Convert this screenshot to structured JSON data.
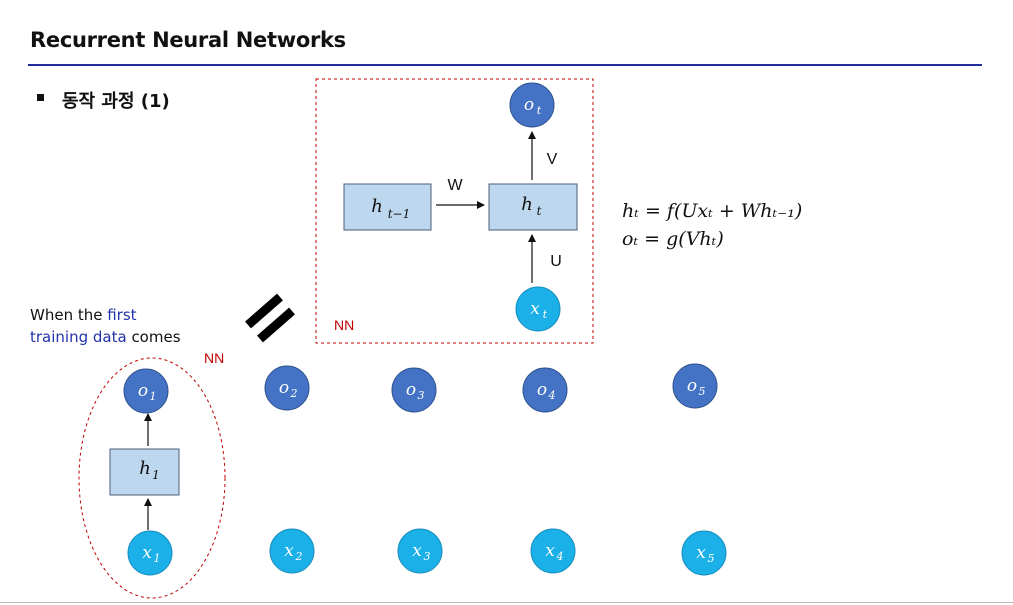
{
  "slide": {
    "title": "Recurrent Neural Networks",
    "subtitle": "동작 과정 (1)",
    "caption_prefix": "When the ",
    "caption_hl1": "first",
    "caption_hl2": "training data",
    "caption_suffix": " comes",
    "nn_label": "NN"
  },
  "cell": {
    "prev_hidden": "h",
    "prev_hidden_sub": "t−1",
    "hidden": "h",
    "hidden_sub": "t",
    "output": "o",
    "output_sub": "t",
    "input": "x",
    "input_sub": "t",
    "w_label": "W",
    "v_label": "V",
    "u_label": "U"
  },
  "equations": {
    "eq1": "hₜ = f(Uxₜ + Whₜ₋₁)",
    "eq2": "oₜ = g(Vhₜ)"
  },
  "sequence": {
    "hidden": "h",
    "hidden_sub": "1",
    "outputs": [
      {
        "name": "o",
        "sub": "1"
      },
      {
        "name": "o",
        "sub": "2"
      },
      {
        "name": "o",
        "sub": "3"
      },
      {
        "name": "o",
        "sub": "4"
      },
      {
        "name": "o",
        "sub": "5"
      }
    ],
    "inputs": [
      {
        "name": "x",
        "sub": "1"
      },
      {
        "name": "x",
        "sub": "2"
      },
      {
        "name": "x",
        "sub": "3"
      },
      {
        "name": "x",
        "sub": "4"
      },
      {
        "name": "x",
        "sub": "5"
      }
    ]
  },
  "colors": {
    "output_node": "#4472c4",
    "input_node": "#1bb0e8",
    "hidden_box": "#bdd7ee",
    "dashed_border": "#c00000",
    "rule": "#1f2b99"
  }
}
